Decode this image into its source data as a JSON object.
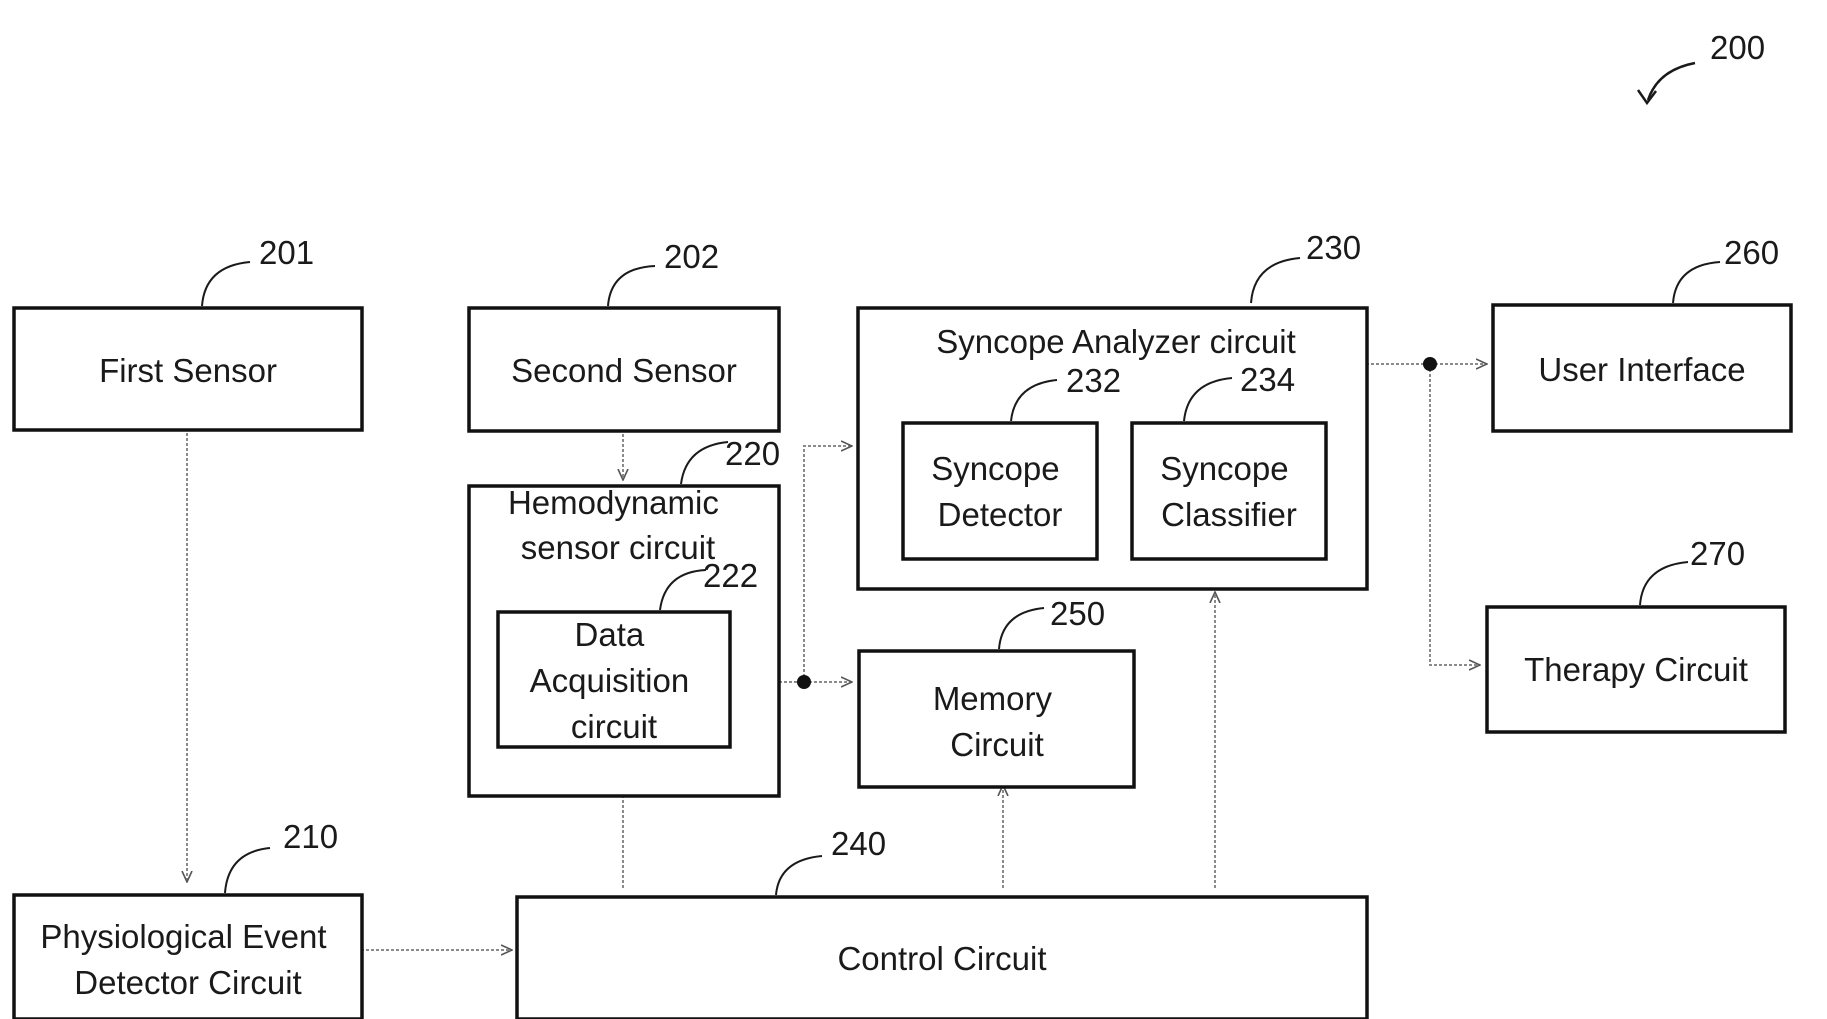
{
  "figure_ref": "200",
  "blocks": {
    "first_sensor": {
      "ref": "201",
      "lines": [
        "First Sensor"
      ]
    },
    "physio_detector": {
      "ref": "210",
      "lines": [
        "Physiological Event",
        "Detector Circuit"
      ]
    },
    "second_sensor": {
      "ref": "202",
      "lines": [
        "Second Sensor"
      ]
    },
    "hemodynamic": {
      "ref": "220",
      "lines": [
        "Hemodynamic",
        "sensor circuit"
      ]
    },
    "data_acquisition": {
      "ref": "222",
      "lines": [
        "Data",
        "Acquisition",
        "circuit"
      ]
    },
    "syncope_analyzer": {
      "ref": "230",
      "lines": [
        "Syncope Analyzer circuit"
      ]
    },
    "syncope_detector": {
      "ref": "232",
      "lines": [
        "Syncope",
        "Detector"
      ]
    },
    "syncope_classifier": {
      "ref": "234",
      "lines": [
        "Syncope",
        "Classifier"
      ]
    },
    "control": {
      "ref": "240",
      "lines": [
        "Control Circuit"
      ]
    },
    "memory": {
      "ref": "250",
      "lines": [
        "Memory",
        "Circuit"
      ]
    },
    "user_interface": {
      "ref": "260",
      "lines": [
        "User Interface"
      ]
    },
    "therapy": {
      "ref": "270",
      "lines": [
        "Therapy Circuit"
      ]
    }
  }
}
